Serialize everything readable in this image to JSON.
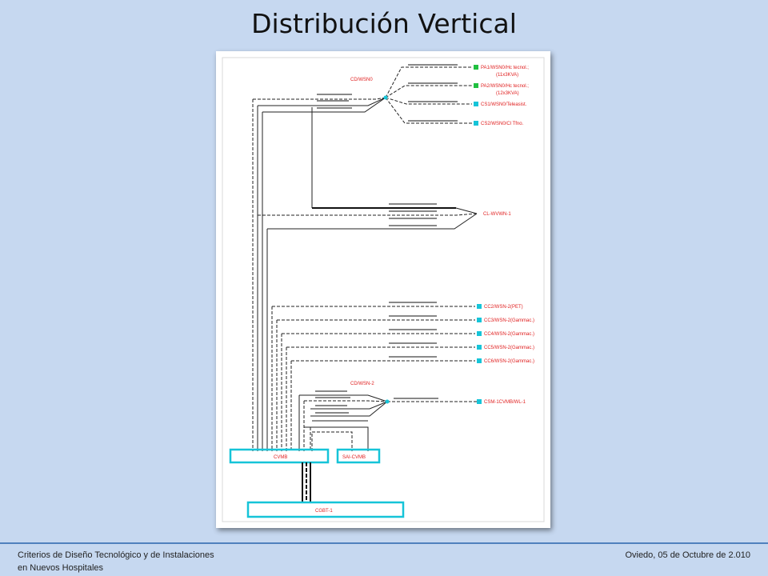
{
  "slide": {
    "title": "Distribución Vertical",
    "footer_left_line1": "Criterios de Diseño Tecnológico y de Instalaciones",
    "footer_left_line2": "en Nuevos Hospitales",
    "footer_right": "Oviedo, 05 de Octubre de 2.010"
  },
  "diagram": {
    "node_top": "CD/WSN0",
    "node_mid": "CD/WSN-2",
    "box_main": "CVMB",
    "box_sai": "SAI-CVMB",
    "box_bottom": "CGBT-1",
    "outputs_top": [
      "PA1/WSN0/Hc tecnol.;",
      "PA2/WSN0/Hc tecnol.;",
      "CS1/WSN0/Teleasist.",
      "CS2/WSN0/Cl Tfno."
    ],
    "outputs_top_sub": [
      "(11x3KVA)",
      "(12x3KVA)"
    ],
    "output_mid": "CL-WVWN-1",
    "outputs_lower": [
      "CC2/WSN-2(PET)",
      "CC3/WSN-2(Gammac.)",
      "CC4/WSN-2(Gammac.)",
      "CC5/WSN-2(Gammac.)",
      "CC6/WSN-2(Gammac.)"
    ],
    "output_bottom": "CSM-1CVMB/WL-1"
  }
}
